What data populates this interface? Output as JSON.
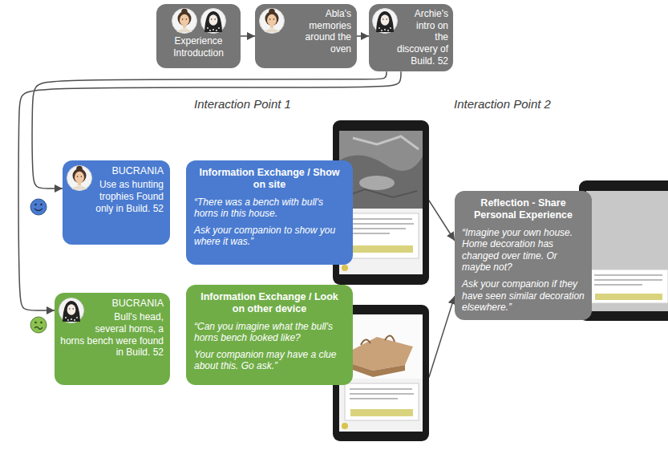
{
  "diagram": {
    "nodes": [
      {
        "text": [
          "Experience Introduction"
        ]
      },
      {
        "text": [
          "Abla's memories around the oven"
        ]
      },
      {
        "text": [
          "Archie's intro on the discovery of Build. 52"
        ]
      },
      {
        "text": [
          "BUCRANIA",
          "Use as hunting trophies Found only in Build. 52"
        ]
      },
      {
        "text": [
          "Information Exchange / Show on site",
          "“There was a bench with bull's horns in this house.",
          "Ask your companion to show you where it was.”"
        ]
      },
      {
        "text": [
          "BUCRANIA",
          "Bull's head, several horns, a horns bench were found in Build. 52"
        ]
      },
      {
        "text": [
          "Information Exchange / Look on other device",
          "“Can you imagine what the bull's horns bench looked like?",
          "Your companion may have a clue about this. Go ask.”"
        ]
      },
      {
        "text": [
          "Reflection - Share Personal Experience",
          "“Imagine your own house. Home decoration has changed over time. Or maybe not?",
          "Ask your companion if they have seen similar decoration elsewhere.”"
        ]
      }
    ],
    "edges": [
      {
        "from": 0,
        "to": 1,
        "arrow": "to"
      },
      {
        "from": 1,
        "to": 2,
        "arrow": "to"
      },
      {
        "from": 2,
        "to": 3,
        "arrow": "to"
      },
      {
        "from": 2,
        "to": 5,
        "arrow": "to"
      },
      {
        "from": 4,
        "to": 7,
        "arrow": "to"
      },
      {
        "from": 6,
        "to": 7,
        "arrow": "to"
      }
    ],
    "labels": [
      "Interaction Point 1",
      "Interaction Point 2"
    ]
  }
}
